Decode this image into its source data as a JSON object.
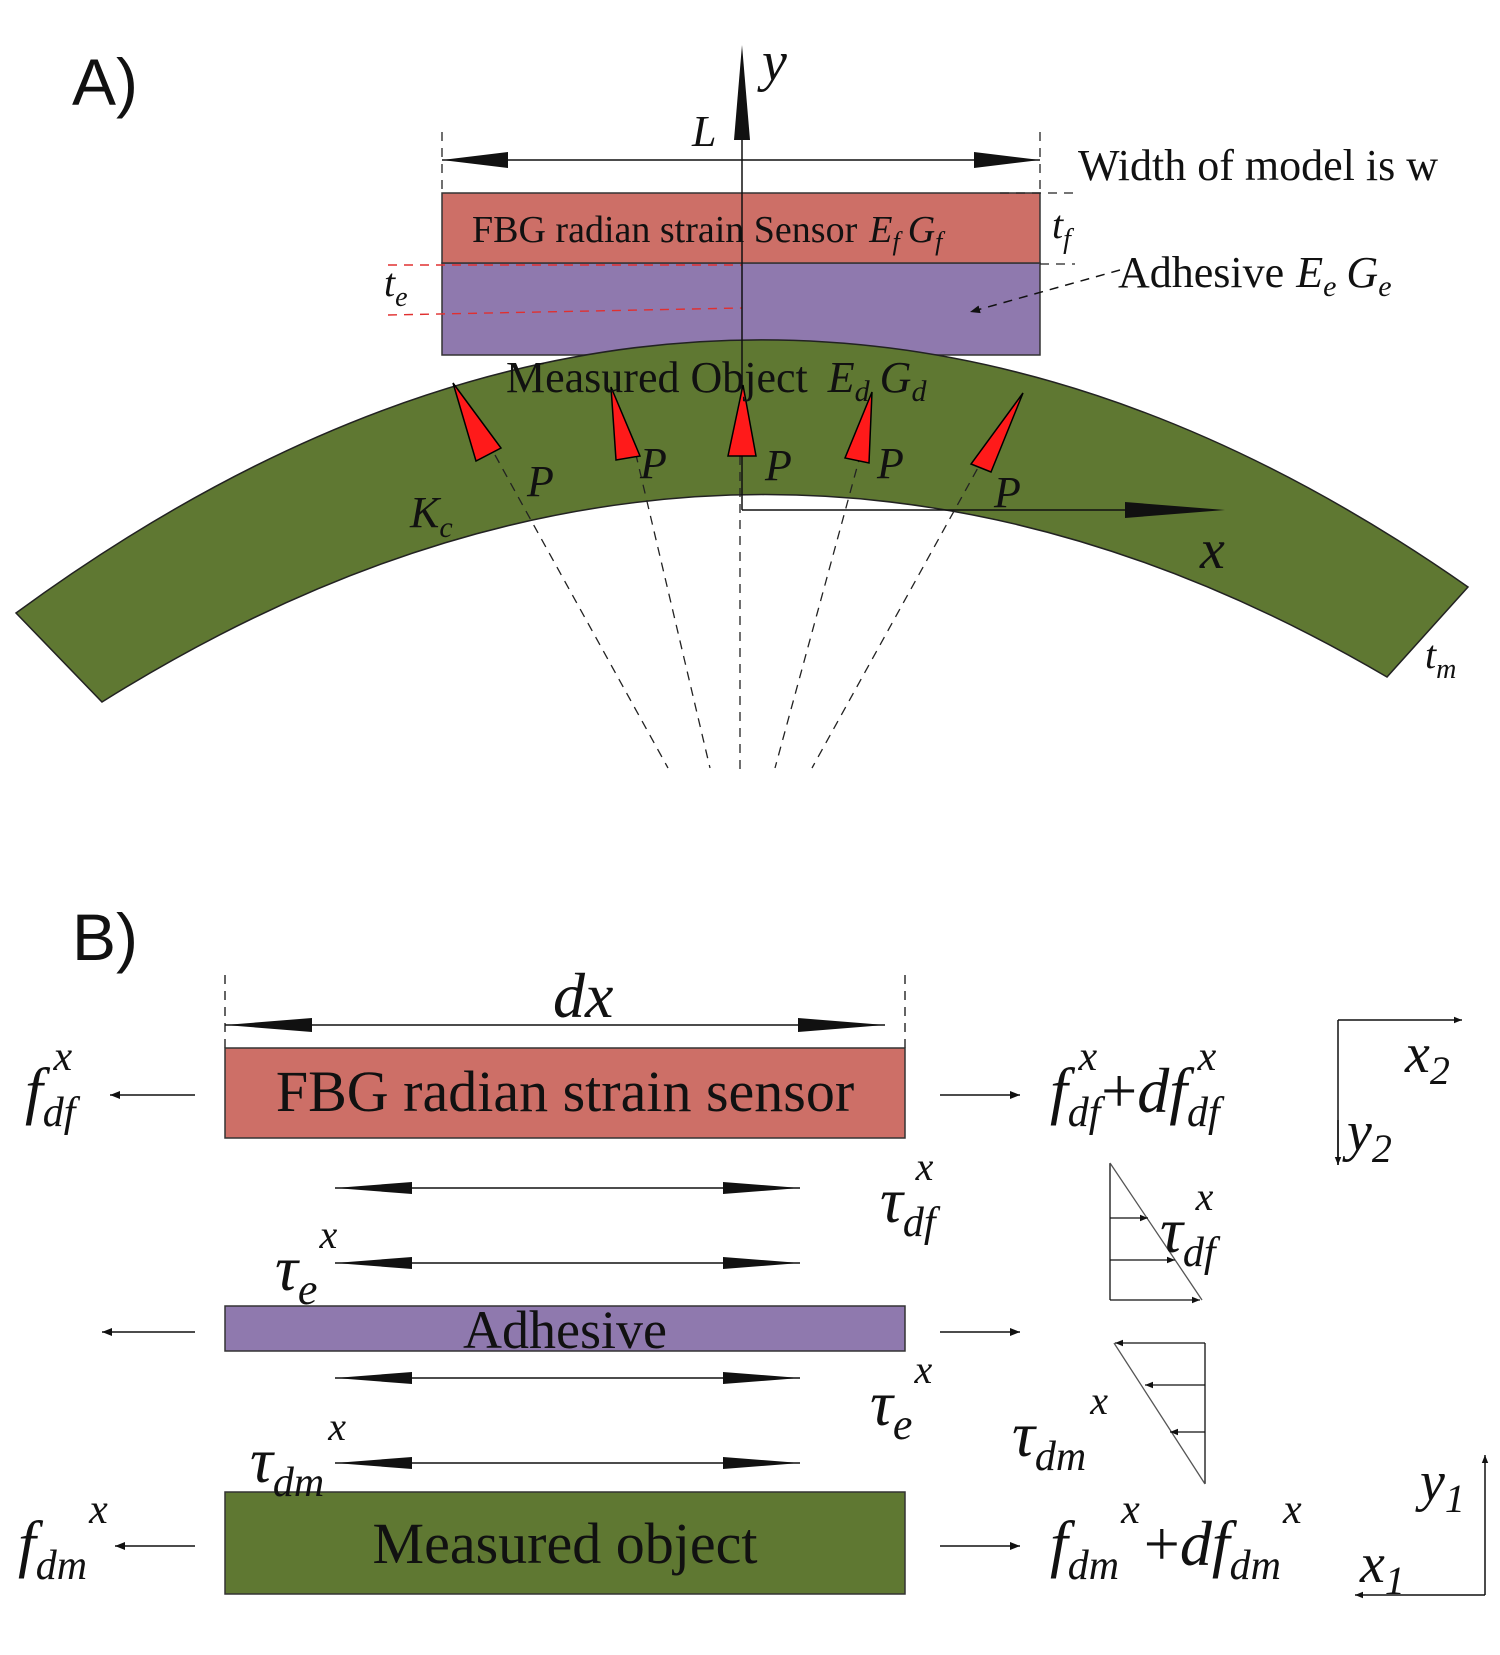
{
  "colors": {
    "sensor": "#cd6f67",
    "adhesive": "#8f79ae",
    "object": "#5f7832",
    "force": "#ff1a1a",
    "ink": "#111111"
  },
  "panel_a": {
    "label": "A)",
    "axis_y": "y",
    "axis_x": "x",
    "length": "L",
    "width_note": "Width of model is w",
    "sensor_label": "FBG radian strain Sensor",
    "sensor_E": "E",
    "sensor_E_sub": "f",
    "sensor_G": "G",
    "sensor_G_sub": "f",
    "t_f": "t",
    "t_f_sub": "f",
    "t_e": "t",
    "t_e_sub": "e",
    "adhesive_label": "Adhesive",
    "adhesive_E": "E",
    "adhesive_E_sub": "e",
    "adhesive_G": "G",
    "adhesive_G_sub": "e",
    "object_label": "Measured Object",
    "object_E": "E",
    "object_E_sub": "d",
    "object_G": "G",
    "object_G_sub": "d",
    "pressure": [
      "P",
      "P",
      "P",
      "P",
      "P"
    ],
    "K": "K",
    "K_sub": "c",
    "t_m": "t",
    "t_m_sub": "m"
  },
  "panel_b": {
    "label": "B)",
    "dx": "dx",
    "sensor_label": "FBG radian strain sensor",
    "adhesive_label": "Adhesive",
    "object_label": "Measured object",
    "f": "f",
    "df": "df",
    "plus": "+",
    "sub_df": "df",
    "sub_dm": "dm",
    "sup_x": "x",
    "tau": "τ",
    "sub_e": "e",
    "x2": "x",
    "x2_sub": "2",
    "y2": "y",
    "y2_sub": "2",
    "x1": "x",
    "x1_sub": "1",
    "y1": "y",
    "y1_sub": "1"
  }
}
